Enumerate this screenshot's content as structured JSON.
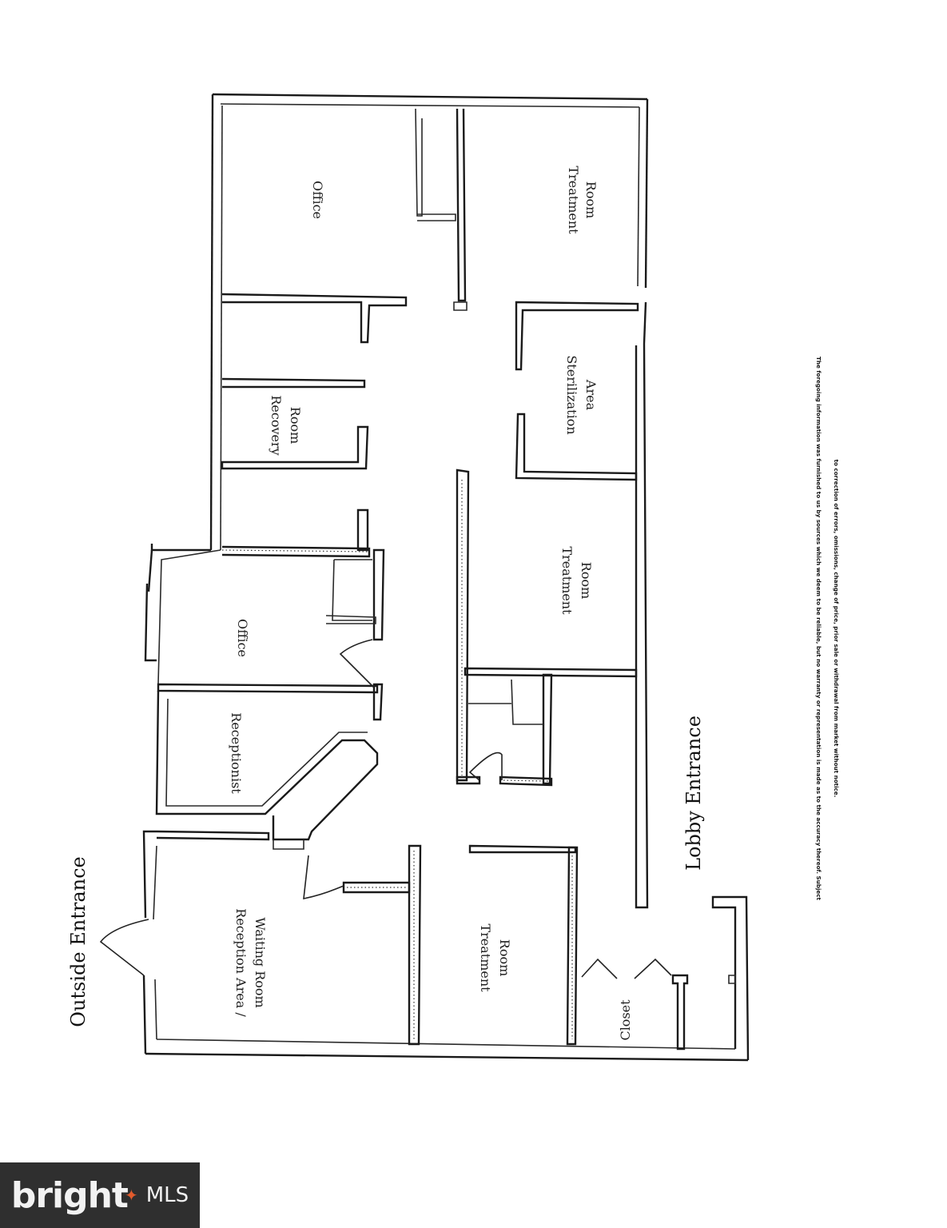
{
  "labels": {
    "outside_entrance": "Outside Entrance",
    "lobby_entrance": "Lobby Entrance",
    "office_top": "Office",
    "treatment_room_top_1": "Treatment",
    "treatment_room_top_2": "Room",
    "recovery_room_1": "Recovery",
    "recovery_room_2": "Room",
    "sterilization_1": "Sterilization",
    "sterilization_2": "Area",
    "office_mid": "Office",
    "treatment_room_mid_1": "Treatment",
    "treatment_room_mid_2": "Room",
    "receptionist": "Receptionist",
    "reception_area_1": "Reception Area /",
    "reception_area_2": "Waiting Room",
    "treatment_room_bottom_1": "Treatment",
    "treatment_room_bottom_2": "Room",
    "closet": "Closet"
  },
  "disclaimer": {
    "line1": "The foregoing information was furnished to us by sources which we deem to be reliable, but no warranty or representation is made as to the accuracy thereof.  Subject",
    "line2": "to correction of errors, omissions, change of price, prior sale or withdrawal from market without notice."
  },
  "logo": {
    "brand": "bright",
    "suffix": "MLS"
  }
}
